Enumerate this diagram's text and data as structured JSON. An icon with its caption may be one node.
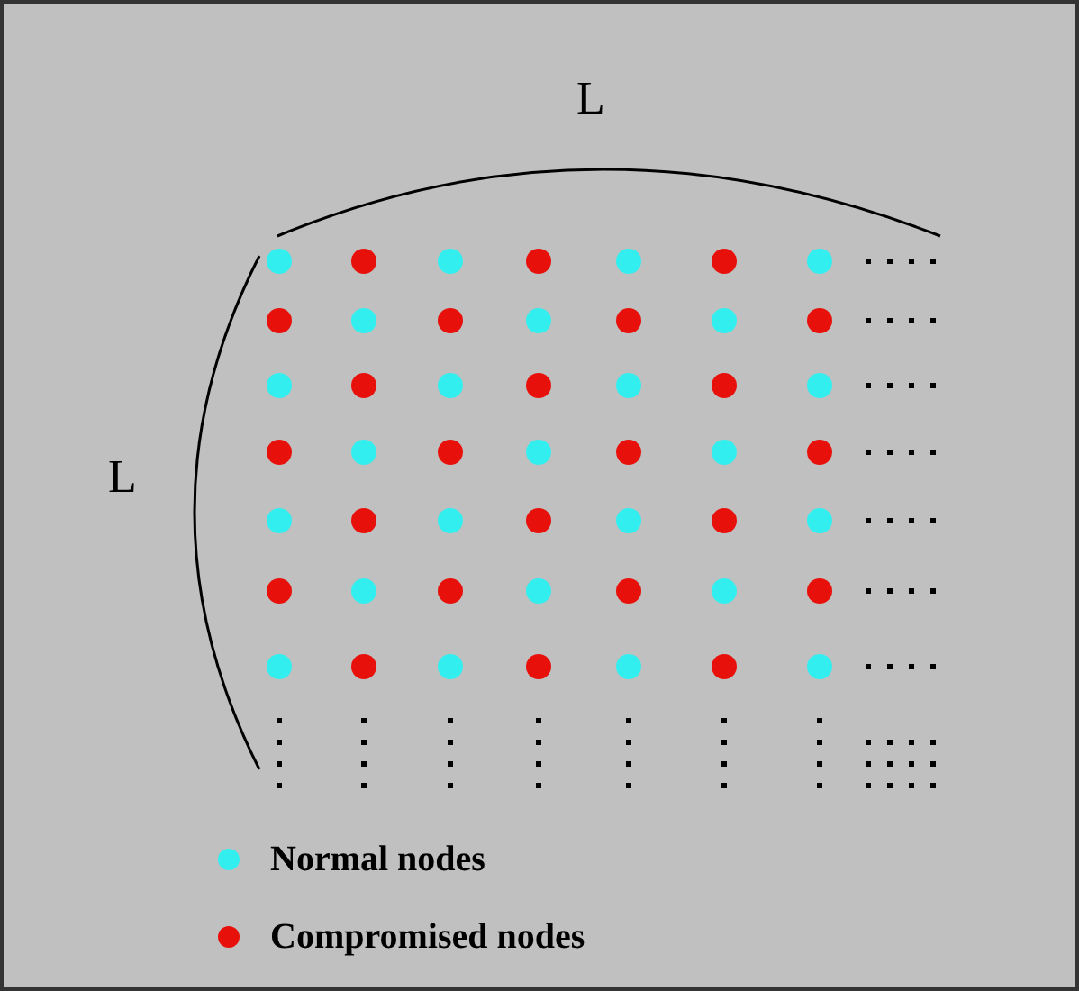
{
  "diagram": {
    "labels": [
      "L",
      "L"
    ],
    "legend": [
      {
        "text": "Normal nodes",
        "color": "#33eeee"
      },
      {
        "text": "Compromised nodes",
        "color": "#e8100a"
      }
    ]
  }
}
